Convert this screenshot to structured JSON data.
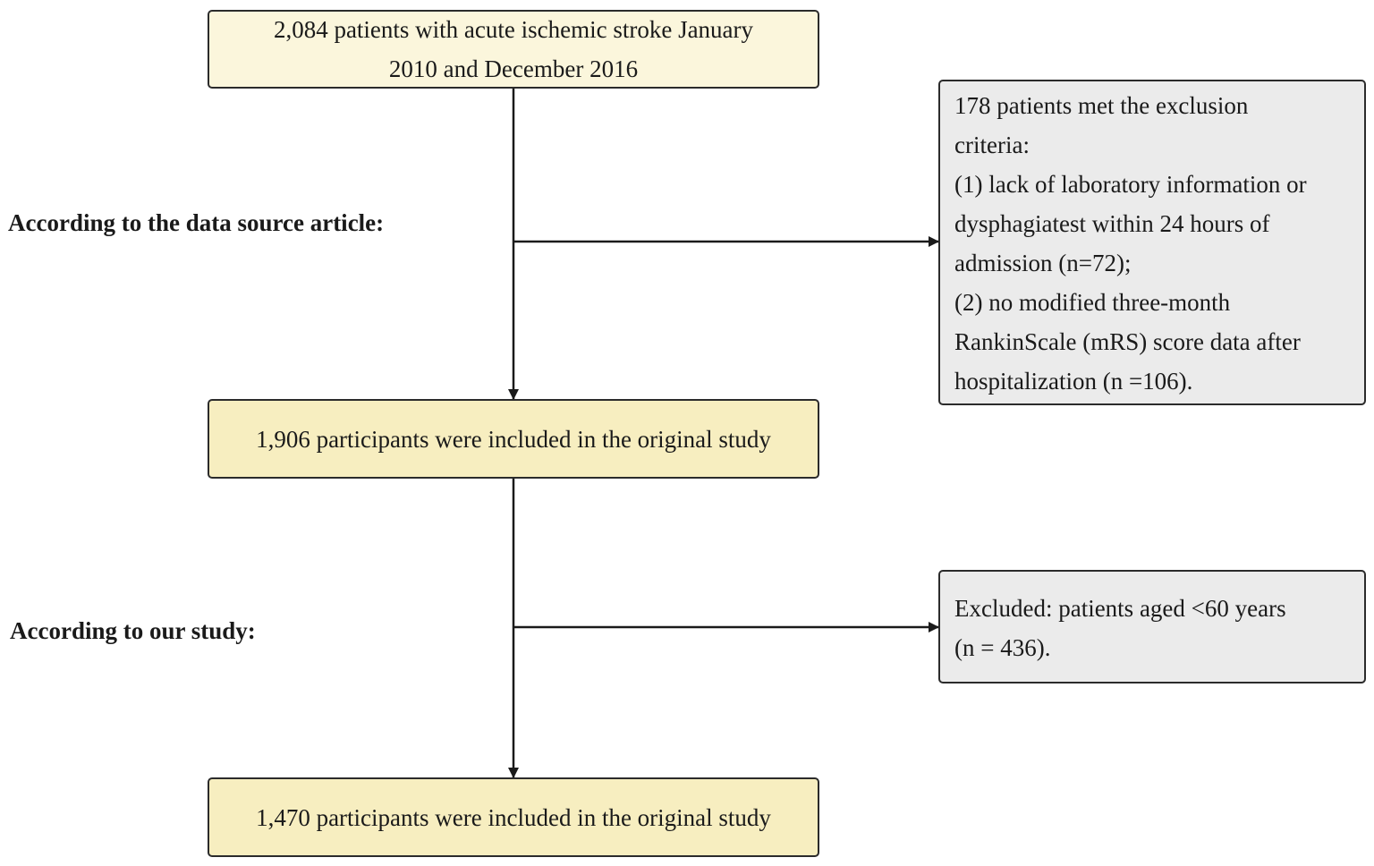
{
  "boxes": {
    "start": {
      "lines": [
        "2,084 patients with acute ischemic stroke January",
        "2010 and December 2016"
      ]
    },
    "exclusion1": {
      "lines": [
        "178 patients met the exclusion",
        "criteria:",
        "(1) lack of laboratory information or",
        "dysphagiatest within 24 hours of",
        "admission (n=72);",
        "(2) no modified three-month",
        "RankinScale (mRS) score data after",
        "hospitalization (n =106)."
      ]
    },
    "included1": {
      "text": "1,906 participants were included in the original study"
    },
    "exclusion2": {
      "lines": [
        "Excluded: patients aged <60 years",
        "(n = 436)."
      ]
    },
    "included2": {
      "text": "1,470 participants were included in the original study"
    }
  },
  "labels": {
    "stage1": "According to the data source article:",
    "stage2": "According to our study:"
  }
}
